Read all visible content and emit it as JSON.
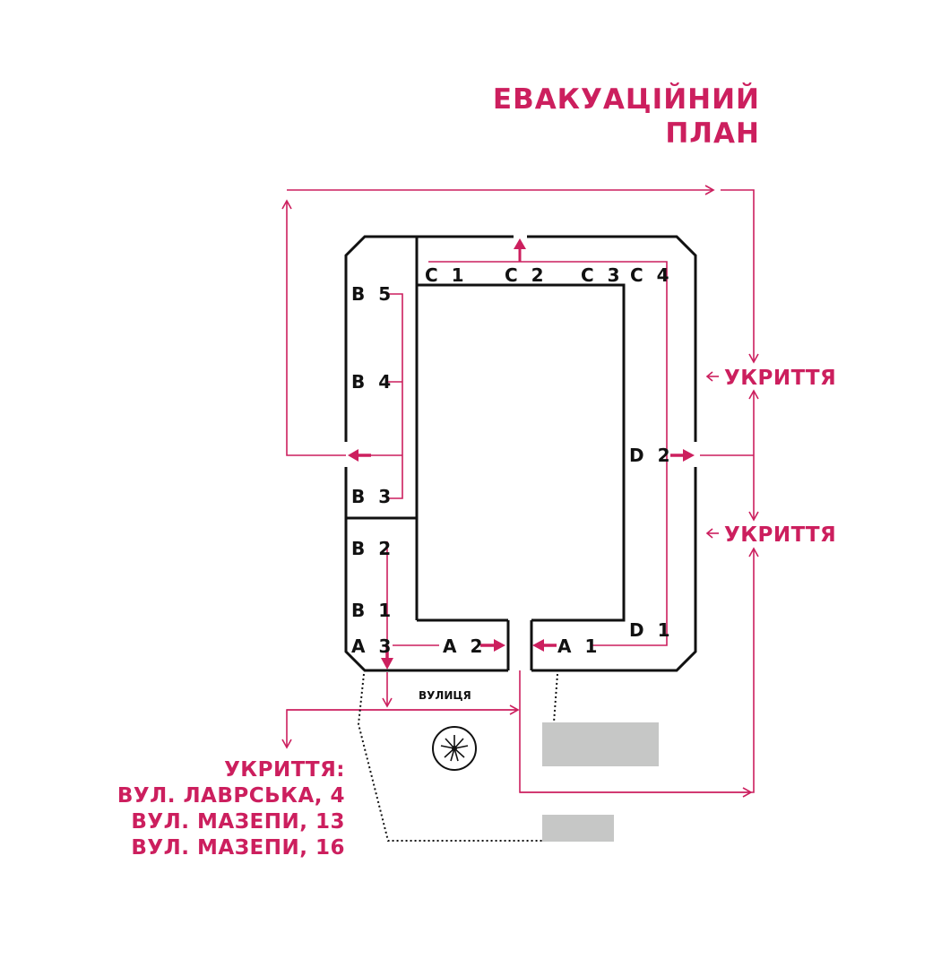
{
  "title": {
    "line1": "ЕВАКУАЦІЙНИЙ",
    "line2": "ПЛАН"
  },
  "colors": {
    "accent": "#cc1f5e",
    "wall": "#111111",
    "gray": "#c6c7c6"
  },
  "rooms": {
    "c1": "C 1",
    "c2": "C 2",
    "c3": "C 3",
    "c4": "C 4",
    "b5": "B 5",
    "b4": "B 4",
    "b3": "B 3",
    "b2": "B 2",
    "b1": "B 1",
    "a3": "A 3",
    "a2": "A 2",
    "a1": "A 1",
    "d2": "D 2",
    "d1": "D 1"
  },
  "shelters": {
    "upper": "УКРИТТЯ",
    "lower": "УКРИТТЯ"
  },
  "street_label": "ВУЛИЦЯ",
  "shelter_list": {
    "heading": "УКРИТТЯ:",
    "addresses": [
      "ВУЛ. ЛАВРСЬКА, 4",
      "ВУЛ. МАЗЕПИ, 13",
      "ВУЛ. МАЗЕПИ, 16"
    ]
  },
  "icons": {
    "compass": "compass-rose-icon"
  }
}
